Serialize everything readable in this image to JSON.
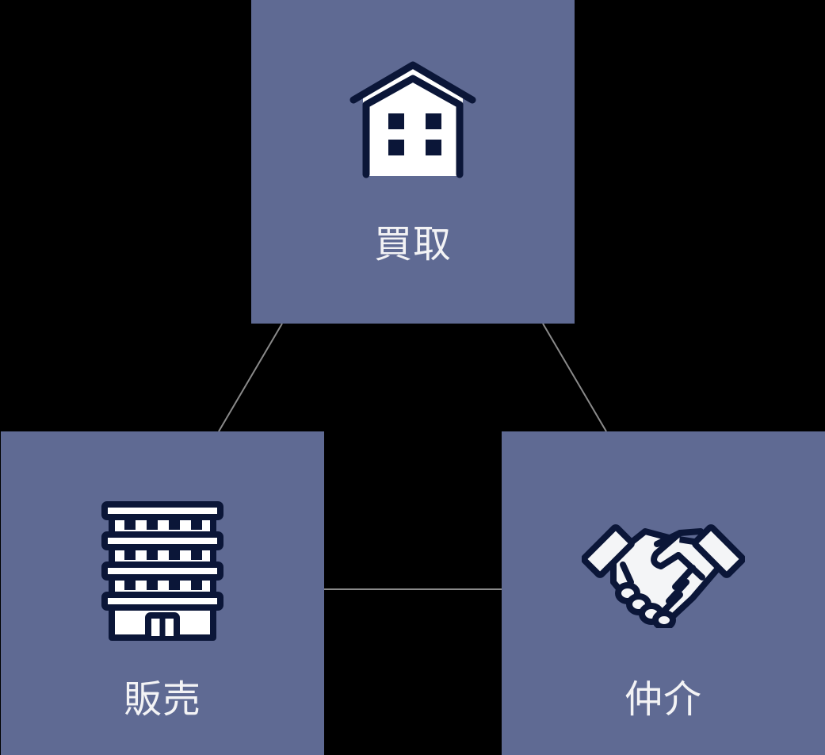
{
  "colors": {
    "background": "#000000",
    "box": "#5f6a93",
    "icon_stroke": "#0b1638",
    "icon_fill": "#ffffff",
    "label": "#f3f3f5",
    "connector": "#8a8a8a"
  },
  "nodes": [
    {
      "id": "top",
      "label": "買取",
      "icon": "house-icon"
    },
    {
      "id": "left",
      "label": "販売",
      "icon": "building-icon"
    },
    {
      "id": "right",
      "label": "仲介",
      "icon": "handshake-icon"
    }
  ],
  "connections": [
    {
      "from": "買取",
      "to": "販売"
    },
    {
      "from": "買取",
      "to": "仲介"
    },
    {
      "from": "販売",
      "to": "仲介"
    }
  ]
}
